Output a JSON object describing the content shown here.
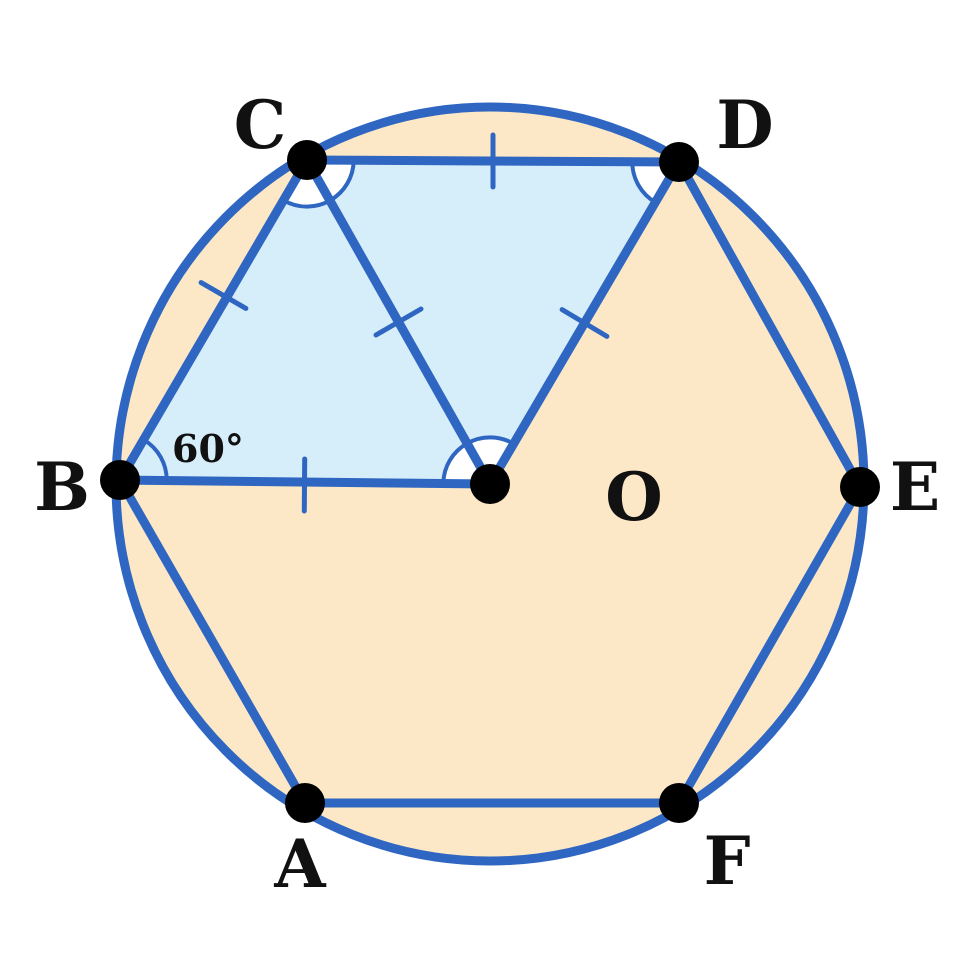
{
  "diagram": {
    "colors": {
      "circle_fill": "#fce8c6",
      "highlight_fill": "#d6eef9",
      "stroke": "#2f66c2",
      "point": "#000000",
      "text": "#111111"
    },
    "vertices": [
      {
        "id": "A",
        "label": "A"
      },
      {
        "id": "B",
        "label": "B"
      },
      {
        "id": "C",
        "label": "C"
      },
      {
        "id": "D",
        "label": "D"
      },
      {
        "id": "E",
        "label": "E"
      },
      {
        "id": "F",
        "label": "F"
      }
    ],
    "center": {
      "id": "O",
      "label": "O"
    },
    "shaded_triangles": [
      [
        "B",
        "C",
        "O"
      ],
      [
        "C",
        "D",
        "O"
      ]
    ],
    "equal_segments": [
      [
        "B",
        "C"
      ],
      [
        "C",
        "O"
      ],
      [
        "B",
        "O"
      ],
      [
        "C",
        "D"
      ],
      [
        "D",
        "O"
      ]
    ],
    "angle_arcs": [
      "B",
      "C_left",
      "C_right",
      "O_left",
      "O_right",
      "D"
    ],
    "angle_label": {
      "text": "60°",
      "at": "B"
    }
  }
}
